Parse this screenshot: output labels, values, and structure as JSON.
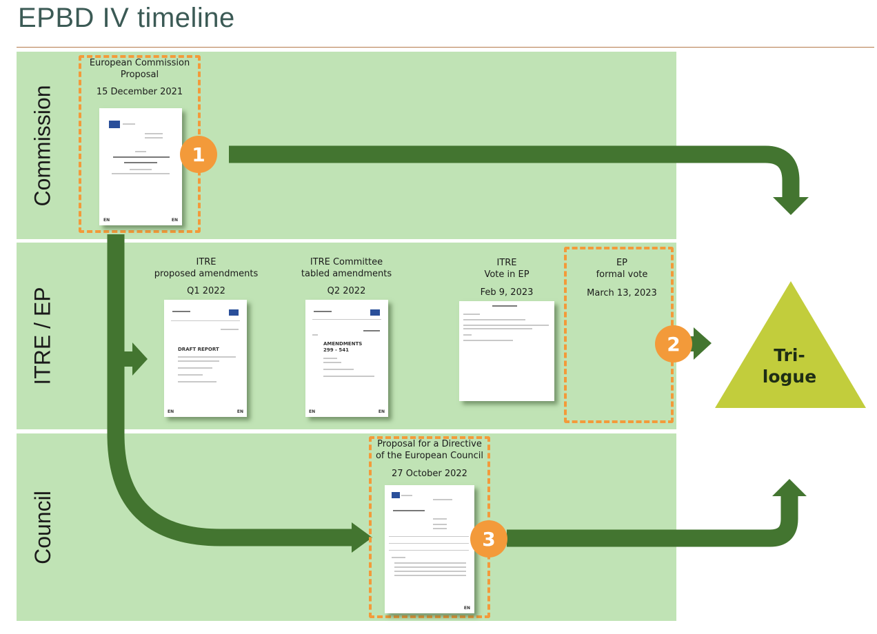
{
  "title": "EPBD IV timeline",
  "colors": {
    "band": "#c0e3b5",
    "arrow": "#437530",
    "badge": "#f39a3a",
    "highlight_border": "#f39a3a",
    "trilogue": "#c2cd3c",
    "title_text": "#3b5a55",
    "rule": "#b47a4a"
  },
  "lanes": [
    {
      "label": "Commission"
    },
    {
      "label": "ITRE / EP"
    },
    {
      "label": "Council"
    }
  ],
  "milestones": {
    "commission": {
      "caption_line1": "European Commission",
      "caption_line2": "Proposal",
      "date": "15 December 2021",
      "badge": "1"
    },
    "itre_proposed": {
      "caption_line1": "ITRE",
      "caption_line2": "proposed amendments",
      "date": "Q1 2022",
      "doc_heading": "DRAFT REPORT"
    },
    "itre_tabled": {
      "caption_line1": "ITRE Committee",
      "caption_line2": "tabled amendments",
      "date": "Q2 2022",
      "doc_heading": "AMENDMENTS",
      "doc_subheading": "299 - 541"
    },
    "itre_vote": {
      "caption_line1": "ITRE",
      "caption_line2": "Vote in EP",
      "date": "Feb 9, 2023"
    },
    "ep_vote": {
      "caption_line1": "EP",
      "caption_line2": "formal vote",
      "date": "March 13, 2023",
      "badge": "2"
    },
    "council": {
      "caption_line1": "Proposal for a Directive",
      "caption_line2": "of the European Council",
      "date": "27 October 2022",
      "badge": "3"
    }
  },
  "doc_footer": "EN",
  "trilogue": {
    "line1": "Tri-",
    "line2": "logue"
  }
}
